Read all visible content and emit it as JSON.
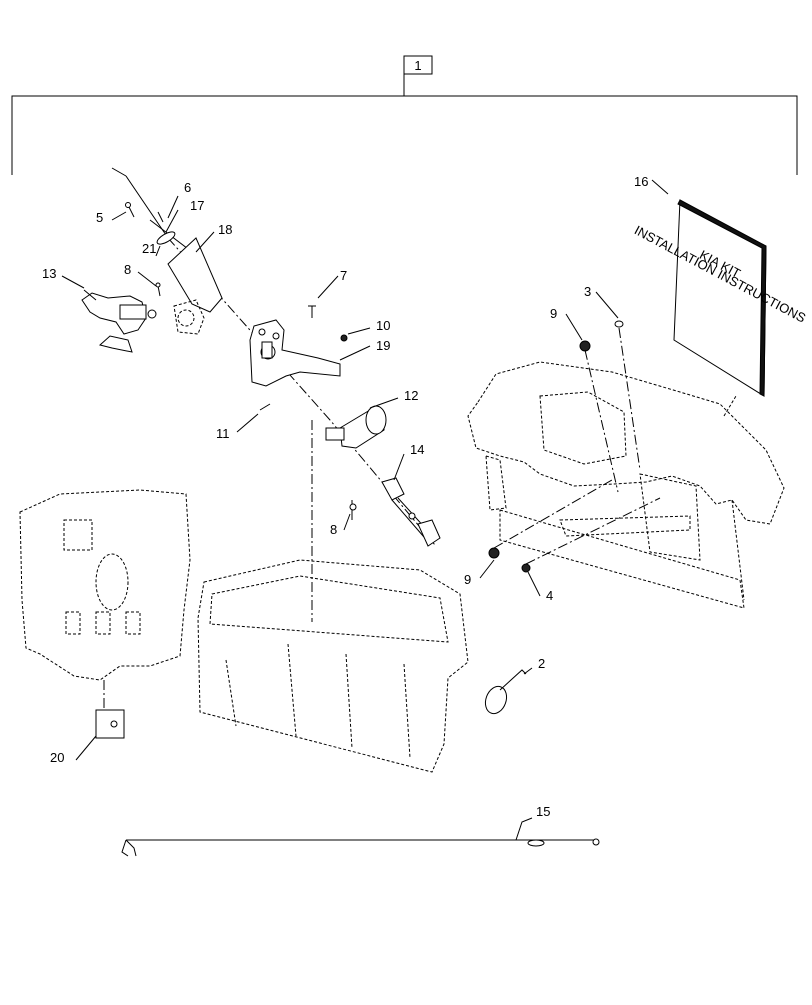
{
  "diagram": {
    "kit_callout": "1",
    "callouts": {
      "c2": "2",
      "c3": "3",
      "c4": "4",
      "c5": "5",
      "c6": "6",
      "c7": "7",
      "c8a": "8",
      "c8b": "8",
      "c9a": "9",
      "c9b": "9",
      "c10": "10",
      "c11": "11",
      "c12": "12",
      "c13": "13",
      "c14": "14",
      "c15": "15",
      "c16": "16",
      "c17": "17",
      "c18": "18",
      "c19": "19",
      "c20": "20",
      "c21": "21"
    },
    "manual": {
      "title_line1": "KIA KIT",
      "title_line2": "INSTALLATION INSTRUCTIONS"
    }
  }
}
